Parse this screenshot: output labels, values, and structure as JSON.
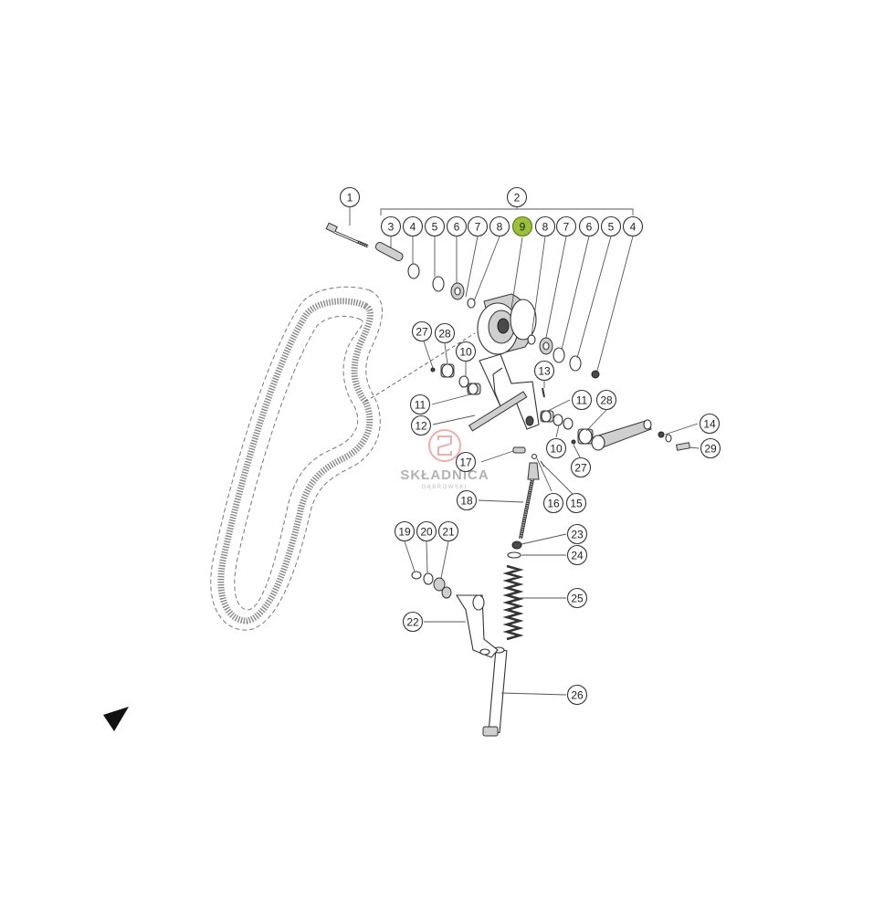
{
  "diagram": {
    "callouts": [
      {
        "id": "c1",
        "label": "1",
        "highlight": false
      },
      {
        "id": "c2",
        "label": "2",
        "highlight": false
      },
      {
        "id": "c3",
        "label": "3",
        "highlight": false
      },
      {
        "id": "c4a",
        "label": "4",
        "highlight": false
      },
      {
        "id": "c5a",
        "label": "5",
        "highlight": false
      },
      {
        "id": "c6a",
        "label": "6",
        "highlight": false
      },
      {
        "id": "c7a",
        "label": "7",
        "highlight": false
      },
      {
        "id": "c8a",
        "label": "8",
        "highlight": false
      },
      {
        "id": "c9",
        "label": "9",
        "highlight": true
      },
      {
        "id": "c8b",
        "label": "8",
        "highlight": false
      },
      {
        "id": "c7b",
        "label": "7",
        "highlight": false
      },
      {
        "id": "c6b",
        "label": "6",
        "highlight": false
      },
      {
        "id": "c5b",
        "label": "5",
        "highlight": false
      },
      {
        "id": "c4b",
        "label": "4",
        "highlight": false
      },
      {
        "id": "c27a",
        "label": "27",
        "highlight": false
      },
      {
        "id": "c28a",
        "label": "28",
        "highlight": false
      },
      {
        "id": "c10a",
        "label": "10",
        "highlight": false
      },
      {
        "id": "c13",
        "label": "13",
        "highlight": false
      },
      {
        "id": "c11a",
        "label": "11",
        "highlight": false
      },
      {
        "id": "c11b",
        "label": "11",
        "highlight": false
      },
      {
        "id": "c28b",
        "label": "28",
        "highlight": false
      },
      {
        "id": "c12",
        "label": "12",
        "highlight": false
      },
      {
        "id": "c10b",
        "label": "10",
        "highlight": false
      },
      {
        "id": "c14",
        "label": "14",
        "highlight": false
      },
      {
        "id": "c29",
        "label": "29",
        "highlight": false
      },
      {
        "id": "c27b",
        "label": "27",
        "highlight": false
      },
      {
        "id": "c17",
        "label": "17",
        "highlight": false
      },
      {
        "id": "c16",
        "label": "16",
        "highlight": false
      },
      {
        "id": "c15",
        "label": "15",
        "highlight": false
      },
      {
        "id": "c18",
        "label": "18",
        "highlight": false
      },
      {
        "id": "c19",
        "label": "19",
        "highlight": false
      },
      {
        "id": "c20",
        "label": "20",
        "highlight": false
      },
      {
        "id": "c21",
        "label": "21",
        "highlight": false
      },
      {
        "id": "c23",
        "label": "23",
        "highlight": false
      },
      {
        "id": "c24",
        "label": "24",
        "highlight": false
      },
      {
        "id": "c25",
        "label": "25",
        "highlight": false
      },
      {
        "id": "c22",
        "label": "22",
        "highlight": false
      },
      {
        "id": "c26",
        "label": "26",
        "highlight": false
      }
    ],
    "colors": {
      "highlight": "#9bbf3a",
      "outline": "#333333",
      "watermark": "#a6a6a6",
      "watermark_logo": "#d9534f"
    },
    "watermark": {
      "brand": "SKŁADNICA",
      "subtitle": "DĄBROWSKI"
    },
    "corner_mark_icon": "arrow-direction-icon"
  }
}
